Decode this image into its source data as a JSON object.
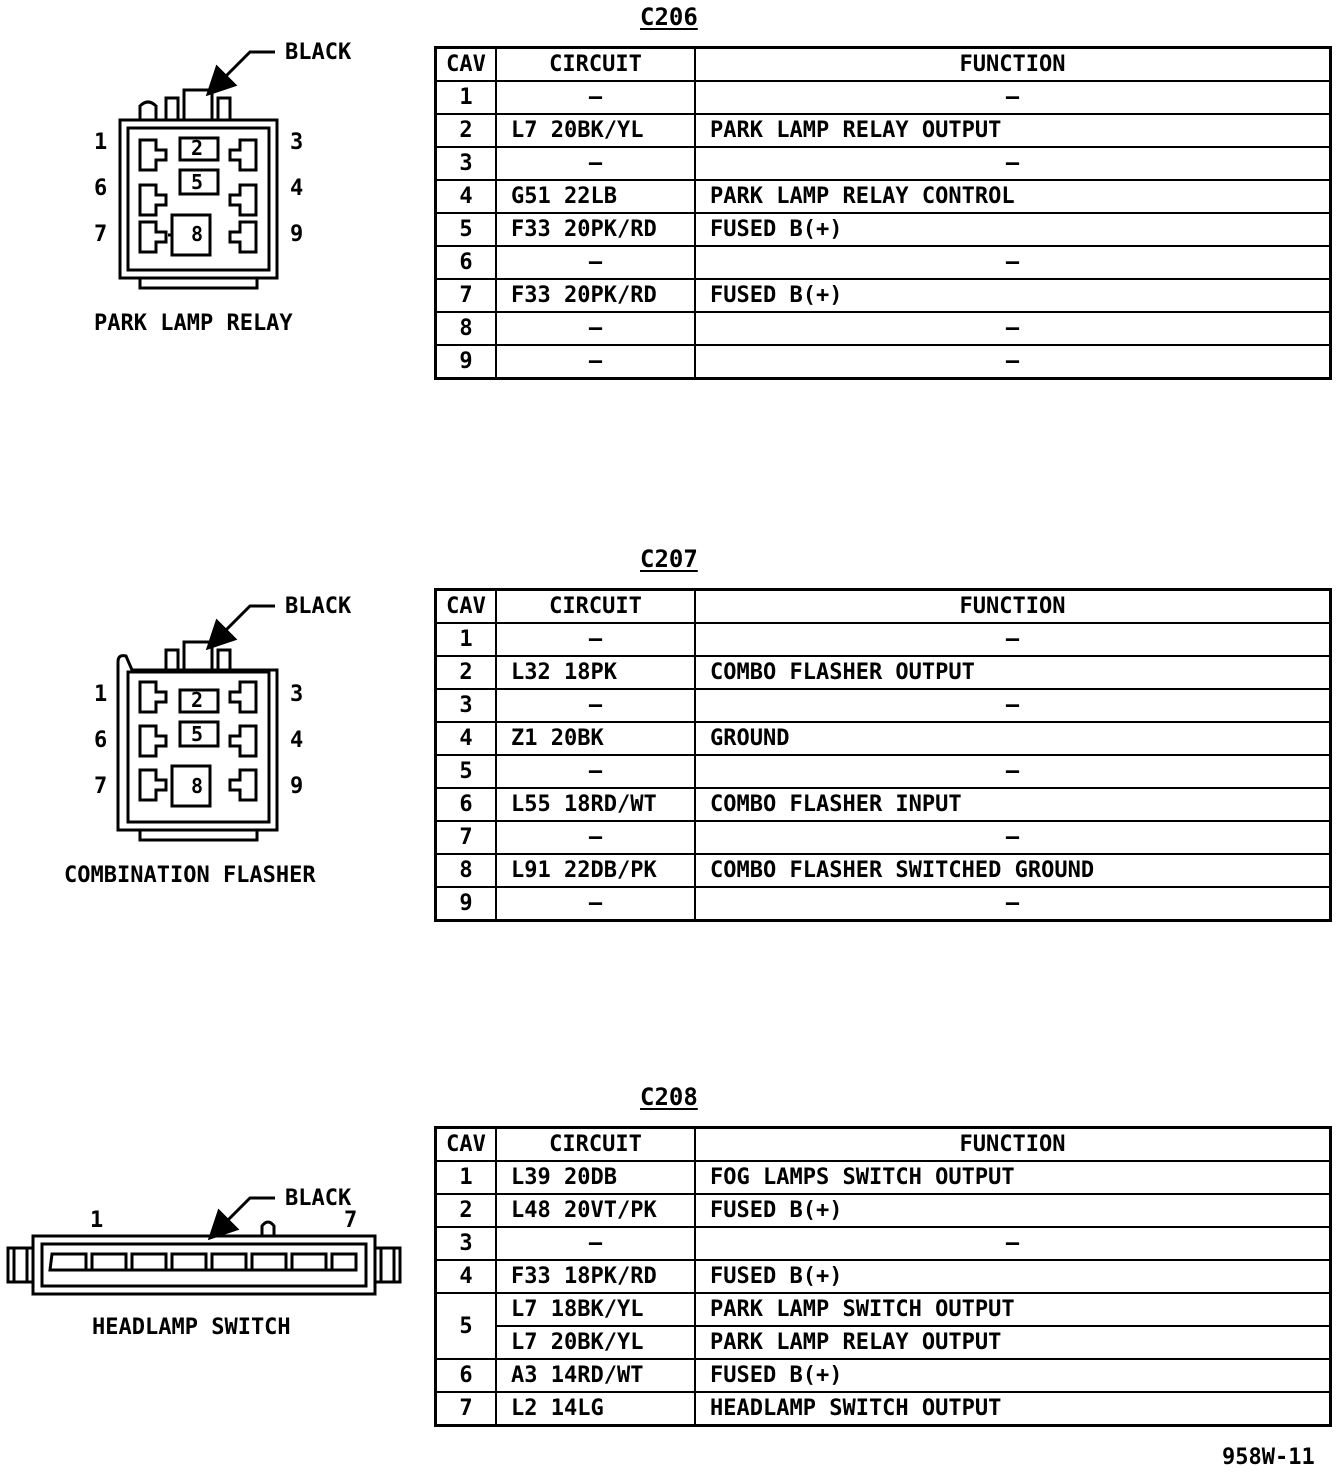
{
  "c206": {
    "title": "C206",
    "connector_label": "PARK LAMP RELAY",
    "color_label": "BLACK",
    "headers": {
      "cav": "CAV",
      "circuit": "CIRCUIT",
      "function": "FUNCTION"
    },
    "pins": {
      "p1": "1",
      "p2": "2",
      "p3": "3",
      "p4": "4",
      "p5": "5",
      "p6": "6",
      "p7": "7",
      "p8": "8",
      "p9": "9"
    },
    "rows": [
      {
        "cav": "1",
        "circuit": "–",
        "function": "–"
      },
      {
        "cav": "2",
        "circuit": "L7 20BK/YL",
        "function": "PARK LAMP RELAY OUTPUT"
      },
      {
        "cav": "3",
        "circuit": "–",
        "function": "–"
      },
      {
        "cav": "4",
        "circuit": "G51 22LB",
        "function": "PARK LAMP RELAY CONTROL"
      },
      {
        "cav": "5",
        "circuit": "F33 20PK/RD",
        "function": "FUSED B(+)"
      },
      {
        "cav": "6",
        "circuit": "–",
        "function": "–"
      },
      {
        "cav": "7",
        "circuit": "F33 20PK/RD",
        "function": "FUSED B(+)"
      },
      {
        "cav": "8",
        "circuit": "–",
        "function": "–"
      },
      {
        "cav": "9",
        "circuit": "–",
        "function": "–"
      }
    ]
  },
  "c207": {
    "title": "C207",
    "connector_label": "COMBINATION FLASHER",
    "color_label": "BLACK",
    "headers": {
      "cav": "CAV",
      "circuit": "CIRCUIT",
      "function": "FUNCTION"
    },
    "pins": {
      "p1": "1",
      "p2": "2",
      "p3": "3",
      "p4": "4",
      "p5": "5",
      "p6": "6",
      "p7": "7",
      "p8": "8",
      "p9": "9"
    },
    "rows": [
      {
        "cav": "1",
        "circuit": "–",
        "function": "–"
      },
      {
        "cav": "2",
        "circuit": "L32 18PK",
        "function": "COMBO FLASHER OUTPUT"
      },
      {
        "cav": "3",
        "circuit": "–",
        "function": "–"
      },
      {
        "cav": "4",
        "circuit": "Z1 20BK",
        "function": "GROUND"
      },
      {
        "cav": "5",
        "circuit": "–",
        "function": "–"
      },
      {
        "cav": "6",
        "circuit": "L55 18RD/WT",
        "function": "COMBO FLASHER INPUT"
      },
      {
        "cav": "7",
        "circuit": "–",
        "function": "–"
      },
      {
        "cav": "8",
        "circuit": "L91 22DB/PK",
        "function": "COMBO FLASHER SWITCHED GROUND"
      },
      {
        "cav": "9",
        "circuit": "–",
        "function": "–"
      }
    ]
  },
  "c208": {
    "title": "C208",
    "connector_label": "HEADLAMP SWITCH",
    "color_label": "BLACK",
    "headers": {
      "cav": "CAV",
      "circuit": "CIRCUIT",
      "function": "FUNCTION"
    },
    "pins": {
      "p1": "1",
      "p7": "7"
    },
    "rows": [
      {
        "cav": "1",
        "circuit": "L39 20DB",
        "function": "FOG LAMPS SWITCH OUTPUT"
      },
      {
        "cav": "2",
        "circuit": "L48 20VT/PK",
        "function": "FUSED B(+)"
      },
      {
        "cav": "3",
        "circuit": "–",
        "function": "–"
      },
      {
        "cav": "4",
        "circuit": "F33 18PK/RD",
        "function": "FUSED B(+)"
      },
      {
        "cav": "5",
        "circuit": "L7 18BK/YL",
        "function": "PARK LAMP SWITCH OUTPUT"
      },
      {
        "cav": "",
        "circuit": "L7 20BK/YL",
        "function": "PARK LAMP RELAY OUTPUT"
      },
      {
        "cav": "6",
        "circuit": "A3 14RD/WT",
        "function": "FUSED B(+)"
      },
      {
        "cav": "7",
        "circuit": "L2 14LG",
        "function": "HEADLAMP SWITCH OUTPUT"
      }
    ]
  },
  "figure_code": "958W-11"
}
